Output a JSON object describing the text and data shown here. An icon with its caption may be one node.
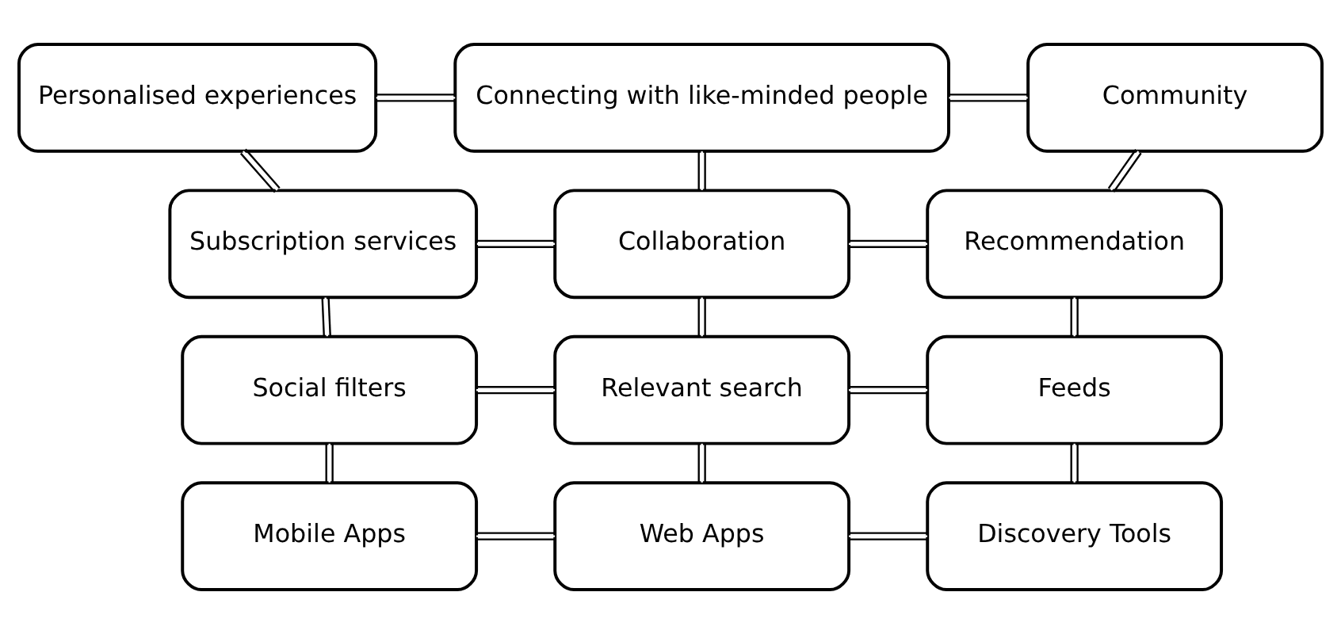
{
  "diagram": {
    "nodes": [
      {
        "text": [
          "Personalised experiences"
        ]
      },
      {
        "text": [
          "Connecting with like-minded people"
        ]
      },
      {
        "text": [
          "Community"
        ]
      },
      {
        "text": [
          "Subscription services"
        ]
      },
      {
        "text": [
          "Collaboration"
        ]
      },
      {
        "text": [
          "Recommendation"
        ]
      },
      {
        "text": [
          "Social filters"
        ]
      },
      {
        "text": [
          "Relevant search"
        ]
      },
      {
        "text": [
          "Feeds"
        ]
      },
      {
        "text": [
          "Mobile Apps"
        ]
      },
      {
        "text": [
          "Web Apps"
        ]
      },
      {
        "text": [
          "Discovery Tools"
        ]
      }
    ],
    "edges": [
      {
        "from": 0,
        "to": 1,
        "arrow": "none"
      },
      {
        "from": 1,
        "to": 2,
        "arrow": "none"
      },
      {
        "from": 0,
        "to": 3,
        "arrow": "none"
      },
      {
        "from": 1,
        "to": 4,
        "arrow": "none"
      },
      {
        "from": 2,
        "to": 5,
        "arrow": "none"
      },
      {
        "from": 3,
        "to": 4,
        "arrow": "none"
      },
      {
        "from": 4,
        "to": 5,
        "arrow": "none"
      },
      {
        "from": 3,
        "to": 6,
        "arrow": "none"
      },
      {
        "from": 4,
        "to": 7,
        "arrow": "none"
      },
      {
        "from": 5,
        "to": 8,
        "arrow": "none"
      },
      {
        "from": 6,
        "to": 7,
        "arrow": "none"
      },
      {
        "from": 7,
        "to": 8,
        "arrow": "none"
      },
      {
        "from": 6,
        "to": 9,
        "arrow": "none"
      },
      {
        "from": 7,
        "to": 10,
        "arrow": "none"
      },
      {
        "from": 8,
        "to": 11,
        "arrow": "none"
      },
      {
        "from": 9,
        "to": 10,
        "arrow": "none"
      },
      {
        "from": 10,
        "to": 11,
        "arrow": "none"
      }
    ]
  }
}
